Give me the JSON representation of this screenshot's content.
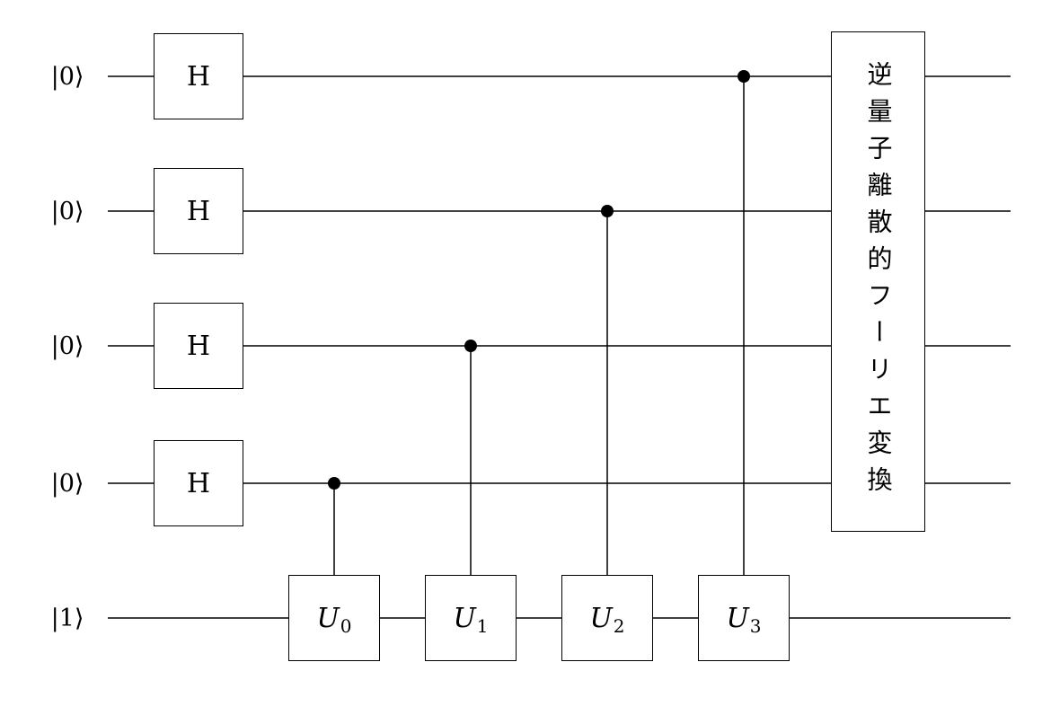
{
  "diagram": {
    "type": "quantum-circuit",
    "description": "Quantum phase estimation circuit with controlled-U gates and inverse quantum discrete Fourier transform",
    "qubits": [
      {
        "label": "|0⟩"
      },
      {
        "label": "|0⟩"
      },
      {
        "label": "|0⟩"
      },
      {
        "label": "|0⟩"
      },
      {
        "label": "|1⟩"
      }
    ],
    "h_gates": [
      {
        "label": "H"
      },
      {
        "label": "H"
      },
      {
        "label": "H"
      },
      {
        "label": "H"
      }
    ],
    "u_gates": [
      {
        "label": "U",
        "sub": "0"
      },
      {
        "label": "U",
        "sub": "1"
      },
      {
        "label": "U",
        "sub": "2"
      },
      {
        "label": "U",
        "sub": "3"
      }
    ],
    "iqft_box": {
      "label": "逆量子離散的フーリエ変換"
    },
    "colors": {
      "line": "#000000",
      "background": "#ffffff"
    }
  }
}
